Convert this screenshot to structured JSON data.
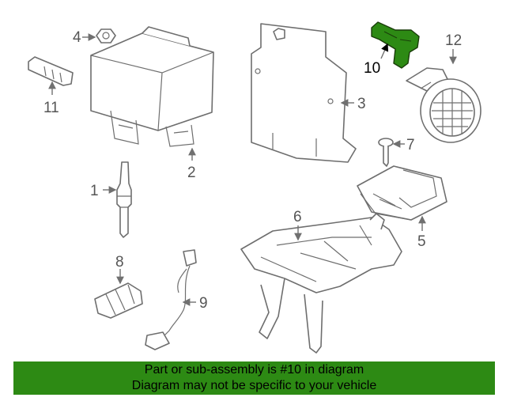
{
  "diagram": {
    "callouts": [
      "1",
      "2",
      "3",
      "4",
      "5",
      "6",
      "7",
      "8",
      "9",
      "10",
      "11",
      "12"
    ],
    "highlighted_part": "10",
    "highlight_color": "#2d8a14",
    "line_color": "#6e6e6e"
  },
  "banner": {
    "line1": "Part or sub-assembly is #10 in diagram",
    "line2": "Diagram may not be specific to your vehicle",
    "background": "#2d8a14"
  }
}
